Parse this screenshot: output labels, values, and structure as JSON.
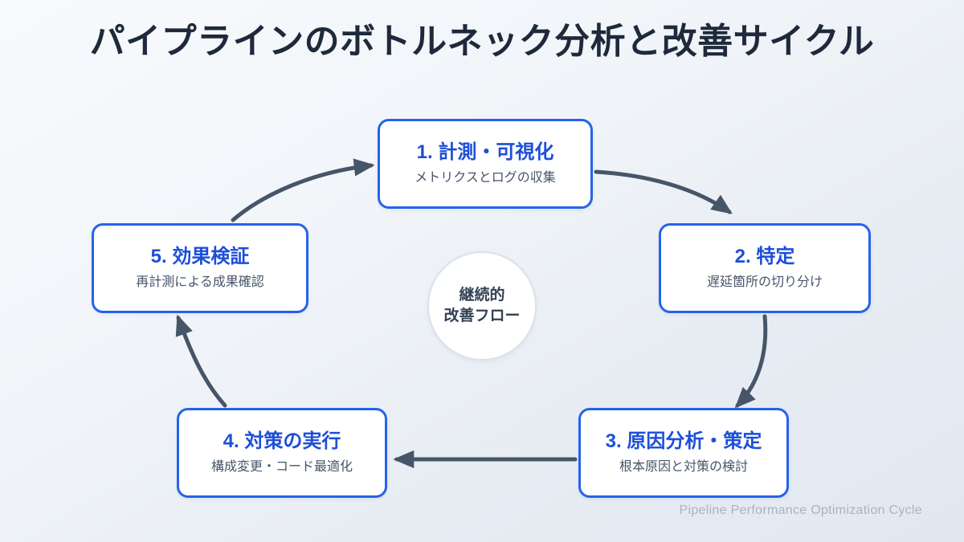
{
  "slide": {
    "title": "パイプラインのボトルネック分析と改善サイクル",
    "footer_caption": "Pipeline Performance Optimization Cycle",
    "colors": {
      "background_top": "#f8fafc",
      "background_bottom": "#e2e8f0",
      "title_text": "#1e293b",
      "box_border": "#2563eb",
      "box_fill": "#ffffff",
      "box_title_text": "#1d4ed8",
      "box_sub_text": "#475569",
      "arrow": "#475569",
      "hub_border": "#dbe2ea",
      "hub_text": "#334155",
      "footer_text": "#a8b3c2"
    }
  },
  "hub": {
    "line1": "継続的",
    "line2": "改善フロー"
  },
  "steps": [
    {
      "id": "step1",
      "title": "1. 計測・可視化",
      "subtitle": "メトリクスとログの収集"
    },
    {
      "id": "step2",
      "title": "2. 特定",
      "subtitle": "遅延箇所の切り分け"
    },
    {
      "id": "step3",
      "title": "3. 原因分析・策定",
      "subtitle": "根本原因と対策の検討"
    },
    {
      "id": "step4",
      "title": "4. 対策の実行",
      "subtitle": "構成変更・コード最適化"
    },
    {
      "id": "step5",
      "title": "5. 効果検証",
      "subtitle": "再計測による成果確認"
    }
  ],
  "arrows": [
    {
      "from": "step1",
      "to": "step2",
      "shape": "curve-down-right"
    },
    {
      "from": "step2",
      "to": "step3",
      "shape": "curve-down-left"
    },
    {
      "from": "step3",
      "to": "step4",
      "shape": "straight-left"
    },
    {
      "from": "step4",
      "to": "step5",
      "shape": "curve-up-left"
    },
    {
      "from": "step5",
      "to": "step1",
      "shape": "curve-up-right"
    }
  ]
}
